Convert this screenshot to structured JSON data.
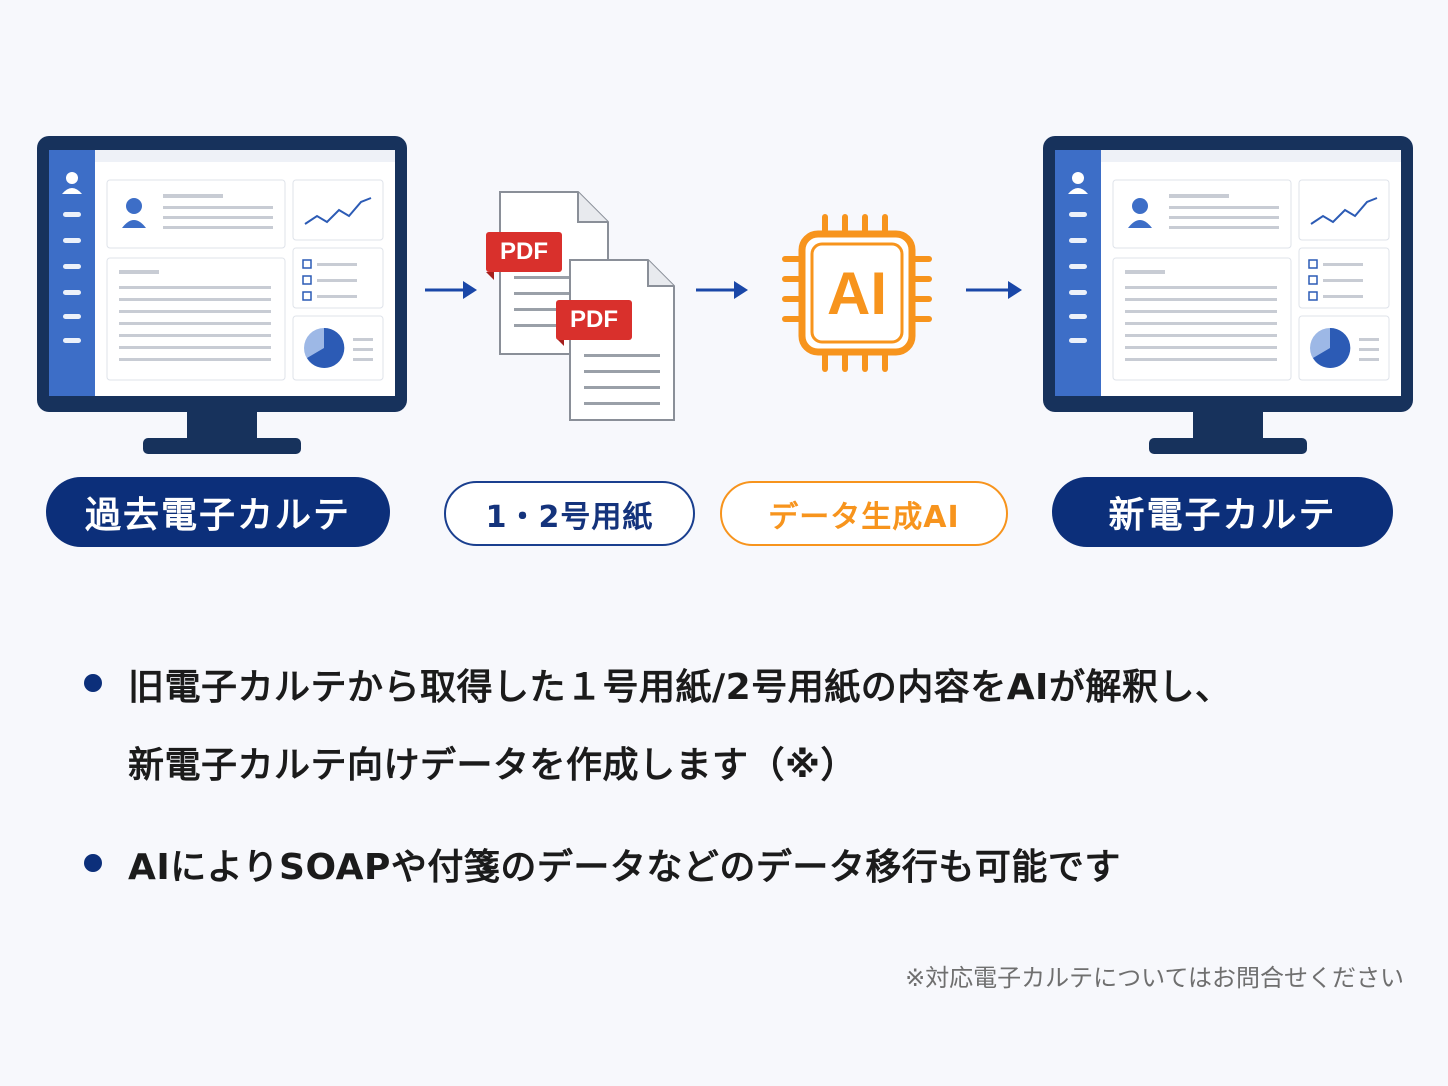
{
  "colors": {
    "navy": "#0c2f7a",
    "monitor_frame": "#17325c",
    "sidebar": "#3d6ec7",
    "orange": "#f7941d",
    "pdf_red": "#d9302c",
    "arrow": "#1a47a8"
  },
  "icons": [
    "monitor-icon",
    "pdf-document-icon",
    "ai-chip-icon",
    "arrow-right-icon"
  ],
  "flow": {
    "step1_label": "過去電子カルテ",
    "step2_label": "1・2号用紙",
    "step3_label": "データ生成AI",
    "step4_label": "新電子カルテ",
    "pdf_badge_1": "PDF",
    "pdf_badge_2": "PDF",
    "ai_chip_text": "AI"
  },
  "bullets": [
    {
      "line1": "旧電子カルテから取得した１号用紙/2号用紙の内容をAIが解釈し、",
      "line2": "新電子カルテ向けデータを作成します（※）"
    },
    {
      "line1": "AIによりSOAPや付箋のデータなどのデータ移行も可能です"
    }
  ],
  "footnote": "※対応電子カルテについてはお問合せください"
}
